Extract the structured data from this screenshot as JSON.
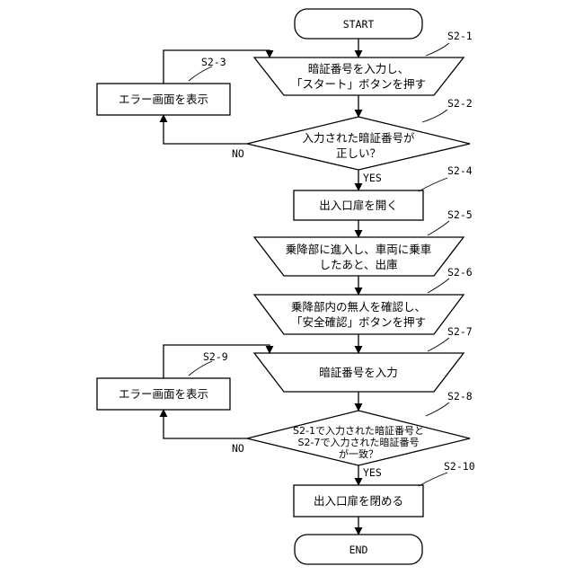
{
  "nodes": {
    "start": "START",
    "s2_1": {
      "lines": [
        "暗証番号を入力し、",
        "「スタート」ボタンを押す"
      ]
    },
    "s2_2": {
      "lines": [
        "入力された暗証番号が",
        "正しい？"
      ]
    },
    "s2_3": "エラー画面を表示",
    "s2_4": "出入口扉を開く",
    "s2_5": {
      "lines": [
        "乗降部に進入し、車両に乗車",
        "したあと、出庫"
      ]
    },
    "s2_6": {
      "lines": [
        "乗降部内の無人を確認し、",
        "「安全確認」ボタンを押す"
      ]
    },
    "s2_7": "暗証番号を入力",
    "s2_8": {
      "lines": [
        "S2-1で入力された暗証番号と",
        "S2-7で入力された暗証番号",
        "が一致？"
      ]
    },
    "s2_9": "エラー画面を表示",
    "s2_10": "出入口扉を閉める",
    "end": "END"
  },
  "step_labels": {
    "s2_1": "S2-1",
    "s2_2": "S2-2",
    "s2_3": "S2-3",
    "s2_4": "S2-4",
    "s2_5": "S2-5",
    "s2_6": "S2-6",
    "s2_7": "S2-7",
    "s2_8": "S2-8",
    "s2_9": "S2-9",
    "s2_10": "S2-10"
  },
  "branches": {
    "yes": "YES",
    "no": "NO"
  }
}
